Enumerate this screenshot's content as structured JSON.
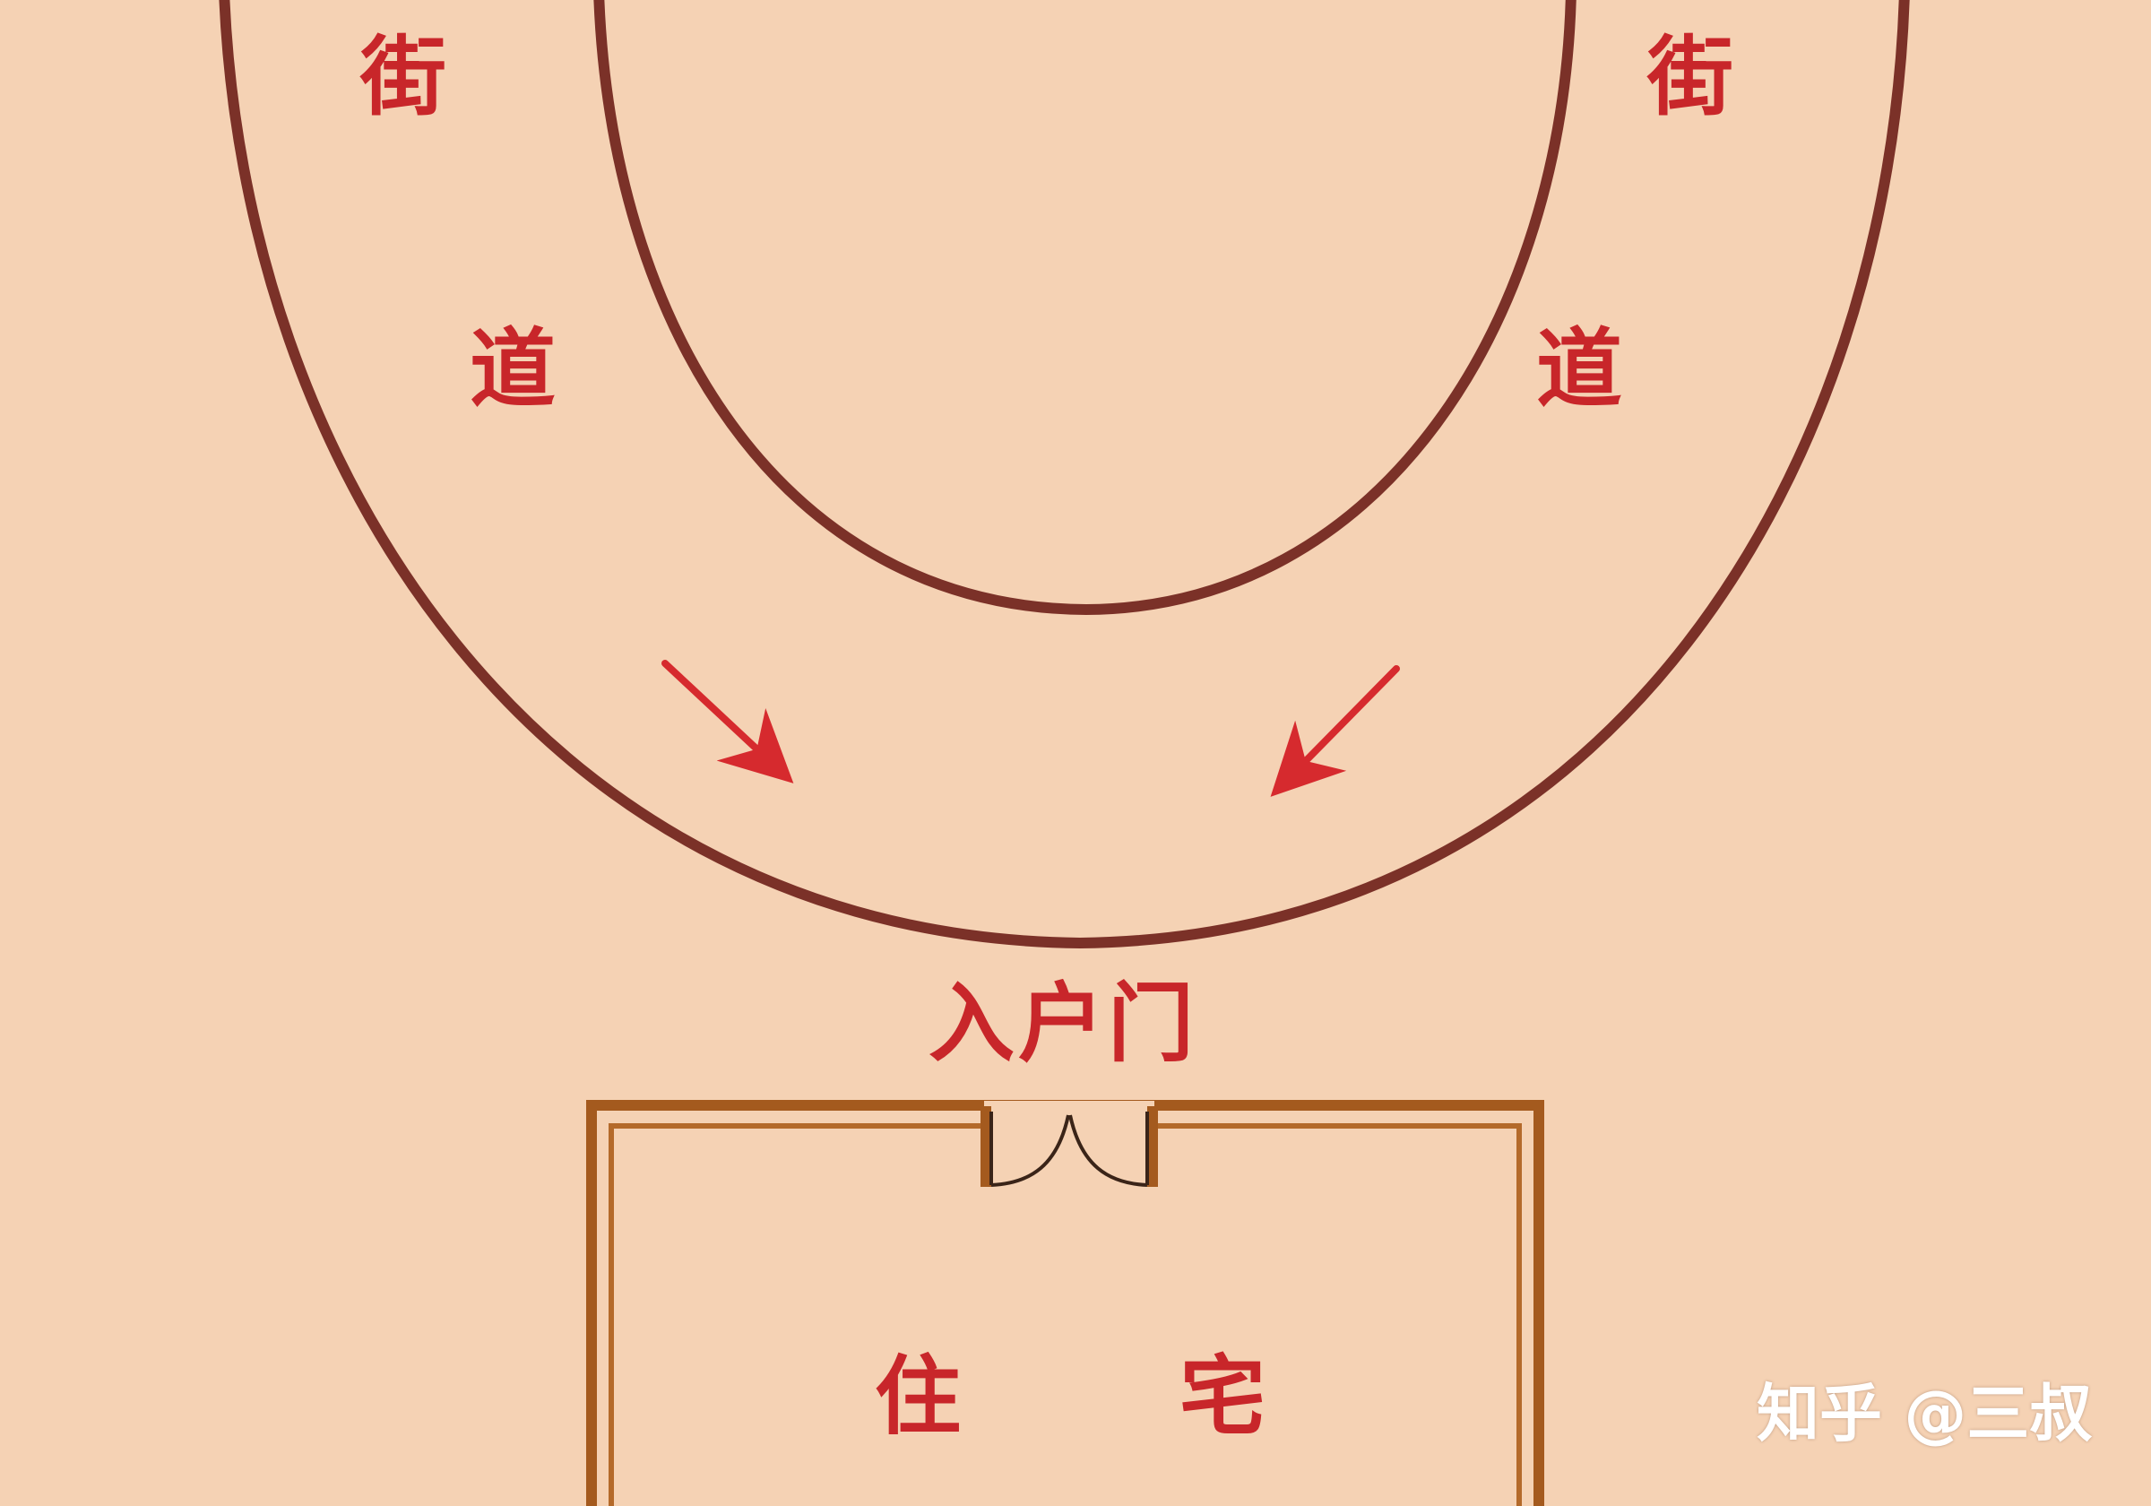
{
  "street": {
    "left_top": "街",
    "left_bottom": "道",
    "right_top": "街",
    "right_bottom": "道"
  },
  "entrance_label": "入户门",
  "house": {
    "char_left": "住",
    "char_right": "宅"
  },
  "watermark": "知乎 @三叔",
  "colors": {
    "background": "#f5d2b4",
    "road_line": "#7b3128",
    "text_red": "#c8262a",
    "arrow": "#d62a2e",
    "house_wall": "#a45a1e",
    "door_line": "#3a2418",
    "watermark": "#ffffff"
  },
  "icons": [
    "arrow-down-right-icon",
    "arrow-down-left-icon",
    "double-door-icon"
  ]
}
